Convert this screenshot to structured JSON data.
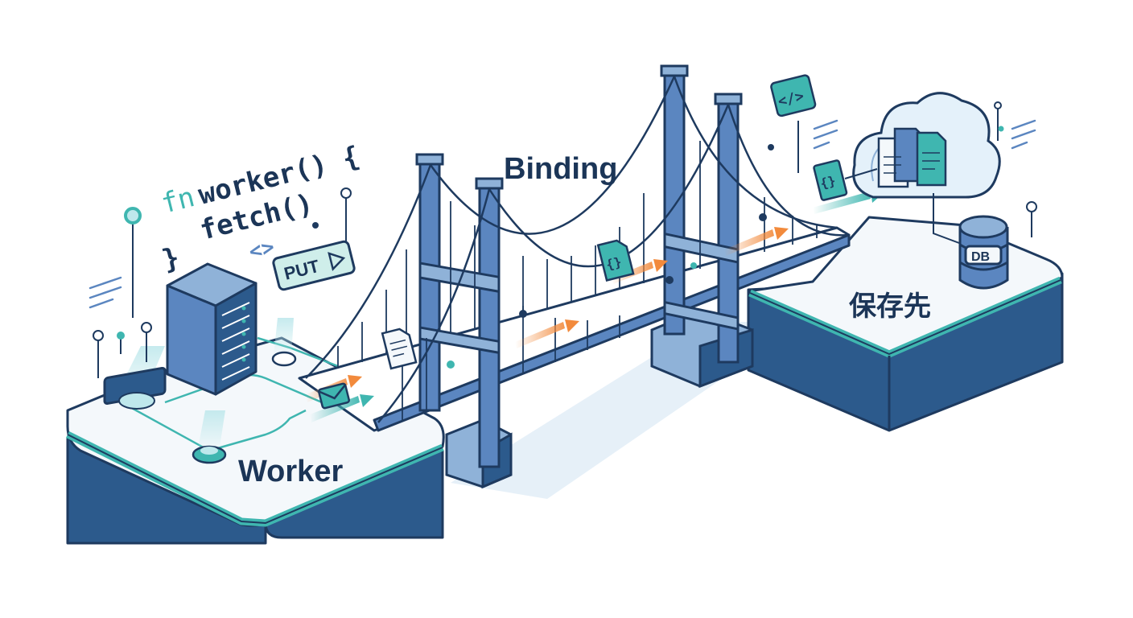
{
  "labels": {
    "left_platform": "Worker",
    "bridge": "Binding",
    "right_platform": "保存先"
  },
  "code": {
    "line1_keyword": "fn",
    "line1_rest": "worker() {",
    "line2": "fetch()",
    "line3": "}"
  },
  "tags": {
    "method": "PUT",
    "db": "DB",
    "code_brackets": "</>",
    "json_braces": "{}",
    "small_code": "<>"
  },
  "icons": [
    "server-rack-icon",
    "code-icon",
    "envelope-icon",
    "document-icon",
    "json-icon",
    "cloud-icon",
    "database-icon",
    "arrow-icon"
  ],
  "colors": {
    "navy": "#1e3a5f",
    "platform_side": "#2c5a8c",
    "teal": "#3fb6b0",
    "orange": "#f28a3c",
    "bridge_steel": "#5b86c0",
    "light_blue": "#cfe3f3"
  }
}
